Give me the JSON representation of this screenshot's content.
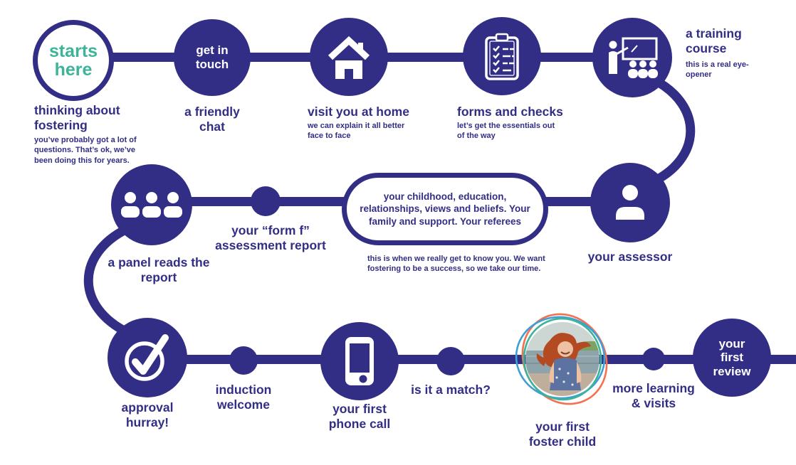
{
  "colors": {
    "primary": "#332e85",
    "teal": "#3db39a",
    "ring_blue": "#3e9fd8",
    "ring_coral": "#f3714e",
    "ring_teal": "#3db39a",
    "circle_text": "#ffffff"
  },
  "icons": {
    "visit": "house-icon",
    "forms": "checklist-clipboard-icon",
    "training": "teacher-blackboard-icon",
    "panel": "three-people-icon",
    "assessor": "person-icon",
    "approval": "check-circle-icon",
    "phone": "smartphone-icon",
    "foster_child": "child-photo"
  },
  "steps": {
    "start": {
      "label": "starts here"
    },
    "get_in_touch": {
      "label": "get in touch"
    },
    "friendly_chat": {
      "label": "a friendly chat"
    },
    "thinking": {
      "title": "thinking about fostering",
      "sub": "you’ve probably got a lot of questions. That’s ok, we’ve been doing this for years."
    },
    "visit": {
      "title": "visit you at home",
      "sub": "we can explain it all better face to face"
    },
    "forms": {
      "title": "forms and checks",
      "sub": "let’s get the essentials out of the way"
    },
    "training": {
      "title": "a training course",
      "sub": "this is a real eye-opener"
    },
    "assessor": {
      "label": "your assessor"
    },
    "pill": {
      "text": "your childhood, education, relationships, views and beliefs. Your family and support. Your referees",
      "sub": "this is when we really get to know you. We want fostering to be a success, so we take our time."
    },
    "form_f": {
      "label": "your “form f” assessment report"
    },
    "panel": {
      "label": "a panel reads the report"
    },
    "approval": {
      "label": "approval hurray!"
    },
    "induction": {
      "label": "induction welcome"
    },
    "phone": {
      "label": "your first phone call"
    },
    "match": {
      "label": "is it a match?"
    },
    "foster_child": {
      "label": "your first foster child"
    },
    "learning": {
      "label": "more learning & visits"
    },
    "review": {
      "label": "your first review"
    }
  }
}
